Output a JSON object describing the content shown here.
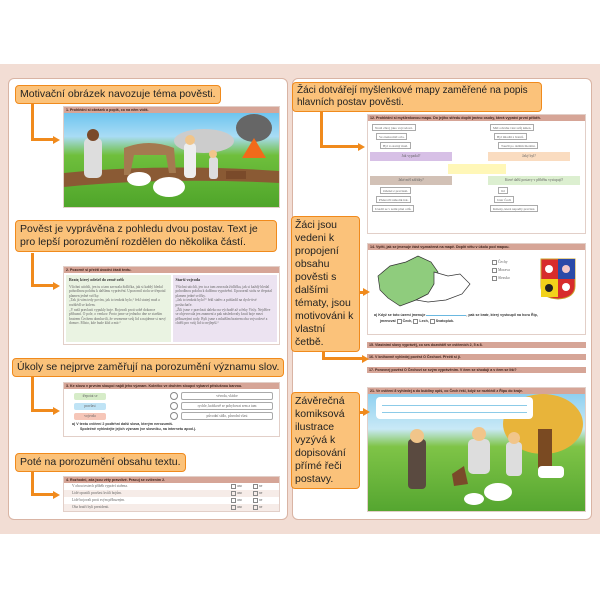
{
  "callouts": {
    "c1": "Motivační obrázek navozuje téma pověsti.",
    "c2": "Pověst je vyprávěna z pohledu dvou postav. Text je pro lepší porozumění rozdělen do několika částí.",
    "c3": "Úkoly se nejprve zaměřují na porozumění významu slov.",
    "c4": "Poté na porozumění obsahu textu.",
    "c5": "Žáci dotvářejí myšlenkové mapy zaměřené na popis hlavních postav pověsti.",
    "c6": "Žáci jsou vedeni k propojení obsahu pověsti s dalšími tématy, jsou motivováni k vlastní četbě.",
    "c7": "Závěrečná komiksová ilustrace vyzývá k dopisování přímé řeči postavy."
  },
  "ex1": {
    "title": "1. Prohlédni si obrázek a popiš, co na něm vidíš."
  },
  "ex2": {
    "title": "2. Pozorně si přečti úvodní části textu.",
    "left": {
      "heading": "Bratr, který odešel do země orlů",
      "p1": "Všichni utichli, jen tu a tam zavrzala židlička, jak si každý hledal pohodlnou polohu k dalšímu vyprávění. Upozornil stolu se třepotal plamen jedné svíčky.",
      "p2": "„Tak já vám tedy povím, jak to tenkrát bylo,“ řekl statný muž a rozhlédl se kolem.",
      "p3": "„V naší pravlasti vypukly boje. Bojovali proti sobě dokonce příbuzní. O pole, o venkov. Proto jsme se jednoho dne se starším bratrem Čechem domluvili, že vezmeme svůj lid a najdeme si nový domov. Místo, kde bude klid a mír.“"
    },
    "right": {
      "heading": "Starší vojvoda",
      "p1": "Všichni utichli, jen tu a tam zavrzala židlička, jak si každý hledal pohodlnou polohu k dalšímu vyprávění. Upozornil stolu se třepotal plamen jedné svíčky.",
      "p2": "„Jak to tenkrát bylo?“ řekl stařec a pohladil na dych-tivé posluchače.",
      "p3": "„Žili jsme v pravlasti daleko na východě až u řeky Visly. Nejdříve se objevovala jen znamení a pak následovaly krutí boje mezi příbuznými rody. Byli jsme s mladším bratrem oba vojvodové a chtěli pro svůj lid to nejlepší.“"
    }
  },
  "ex3": {
    "title": "3. Ke slovu v prvním sloupci najdi jeho význam. Kolečko ve druhém sloupci vybarvi příslušnou barvou.",
    "words": [
      "třepotat se",
      "pravlast",
      "vojvoda"
    ],
    "word_colors": [
      "#d6ecc8",
      "#bfe3f5",
      "#f6c6b8"
    ],
    "meanings": [
      "vévoda, vládce",
      "rychle, krátkově se pohybovat sem a tam",
      "původní sídlo, původní vlast"
    ],
    "note1": "a)  V textu cvičení 2 podtrhni další slova, kterým nerozumíš.",
    "note2": "Společně vyhledejte jejich význam (ve slovníku, na internetu apod.)."
  },
  "ex4": {
    "title": "4. Rozhodni, zda jsou věty pravdivé. Pracuj se cvičením 2.",
    "yes": "ano",
    "no": "ne",
    "rows": [
      "V obou textech příběh vypráví stařena.",
      "Lidé opustili pravlast kvůli bojům.",
      "Lidé bojovali proti svým příbuzným.",
      "Oba bratři byli prezidenti."
    ]
  },
  "ex12": {
    "title": "12. Prohlédni si myšlenkovou mapu. Do jejího středu doplň jméno osoby, která vypráví první příběh.",
    "tl": [
      "Nosil zbroj jako vojvodové.",
      "Ve znaku měl orla.",
      "Byl to statný muž."
    ],
    "tl_head": "Jak vypadal?",
    "tr": [
      "Měl odvahu vést svůj kmen.",
      "Byl mladší z bratrů.",
      "Toužil po dalším hledání."
    ],
    "tr_head": "Jaký byl?",
    "bl_head": "Jaké měl zážitky?",
    "bl": [
      "Odešel z pravlasti.",
      "Překročil několik řek.",
      "Usadil se v zemi plné orlů."
    ],
    "br_head": "Které další postavy v příběhu vystupují?",
    "br": [
      "lid",
      "bratr Čech",
      "Kmeny, které napadly pravlast."
    ]
  },
  "ex14": {
    "title": "14. Vyčti, jak se jmenuje část vyznačená na mapě. Doplň větu v úkolu pod mapou.",
    "options": [
      "Čechy",
      "Morava",
      "Slezsko"
    ],
    "sentence_a": "a)  Když se toto území jmenuje",
    "sentence_b": ", pak se bratr, který vystoupil na horu Říp,",
    "sentence_c": "jmenoval",
    "names": [
      "Čech,",
      "Lech,",
      "Svatopluk."
    ]
  },
  "ex15": "15. Vlastními slovy vyprávěj, co ses dozvěděl ve cvičeních 2, 5 a 8.",
  "ex16": "16. V knihovně vyhledej pověst O Čechovi. Přečti si ji.",
  "ex17": "17. Porovnej pověst O Čechovi se svým vyprávěním. V čem se shodují a v čem se liší?",
  "ex21": {
    "title": "21. Ve cvičení 8 vyhledej a do bubliny opiš, co Čech řekl, když se rozhlédl z Řípu do kraje."
  },
  "colors": {
    "accent": "#f08a1c",
    "callout": "#fbc27a",
    "header": "#d6a597"
  }
}
